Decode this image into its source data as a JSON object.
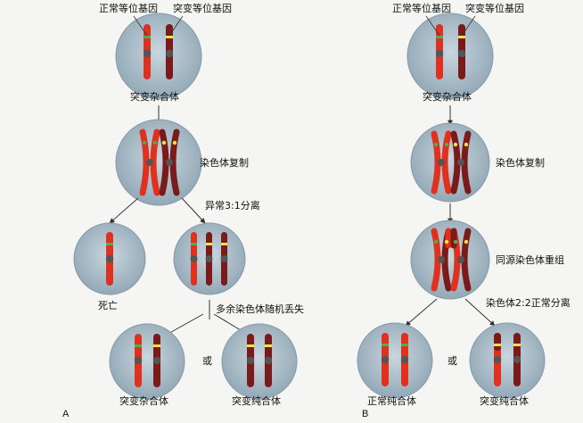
{
  "colors": {
    "normal": "#e0301e",
    "mutant": "#7a1a1a",
    "allele_normal": "#4caf50",
    "allele_mutant": "#f2e640",
    "centromere": "#555555",
    "cell": "#a9bcc8",
    "arrow": "#333333"
  },
  "panelA": {
    "panel_letter": "A",
    "label_normal_allele": "正常等位基因",
    "label_mutant_allele": "突变等位基因",
    "label_hetero_top": "突变杂合体",
    "label_replication": "染色体复制",
    "label_abnormal_split": "异常3:1分离",
    "label_death": "死亡",
    "label_random_loss": "多余染色体随机丢失",
    "label_hetero_bottom": "突变杂合体",
    "label_or": "或",
    "label_homo_mutant": "突变纯合体"
  },
  "panelB": {
    "panel_letter": "B",
    "label_normal_allele": "正常等位基因",
    "label_mutant_allele": "突变等位基因",
    "label_hetero_top": "突变杂合体",
    "label_replication": "染色体复制",
    "label_recombination": "同源染色体重组",
    "label_normal_split": "染色体2:2正常分离",
    "label_homo_normal": "正常纯合体",
    "label_or": "或",
    "label_homo_mutant": "突变纯合体"
  }
}
